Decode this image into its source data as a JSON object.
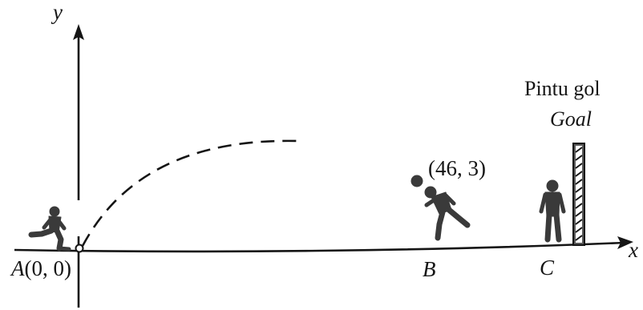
{
  "axes": {
    "y_label": "y",
    "x_label": "x"
  },
  "points": {
    "a": {
      "letter": "A",
      "coords": "(0, 0)"
    },
    "ball": {
      "coords": "(46, 3)"
    },
    "b": {
      "letter": "B"
    },
    "c": {
      "letter": "C"
    }
  },
  "goal": {
    "label_id": "Pintu gol",
    "label_en": "Goal"
  },
  "colors": {
    "ink": "#151515",
    "figure": "#3a3a3a",
    "post_fill": "#5a5a5a"
  }
}
